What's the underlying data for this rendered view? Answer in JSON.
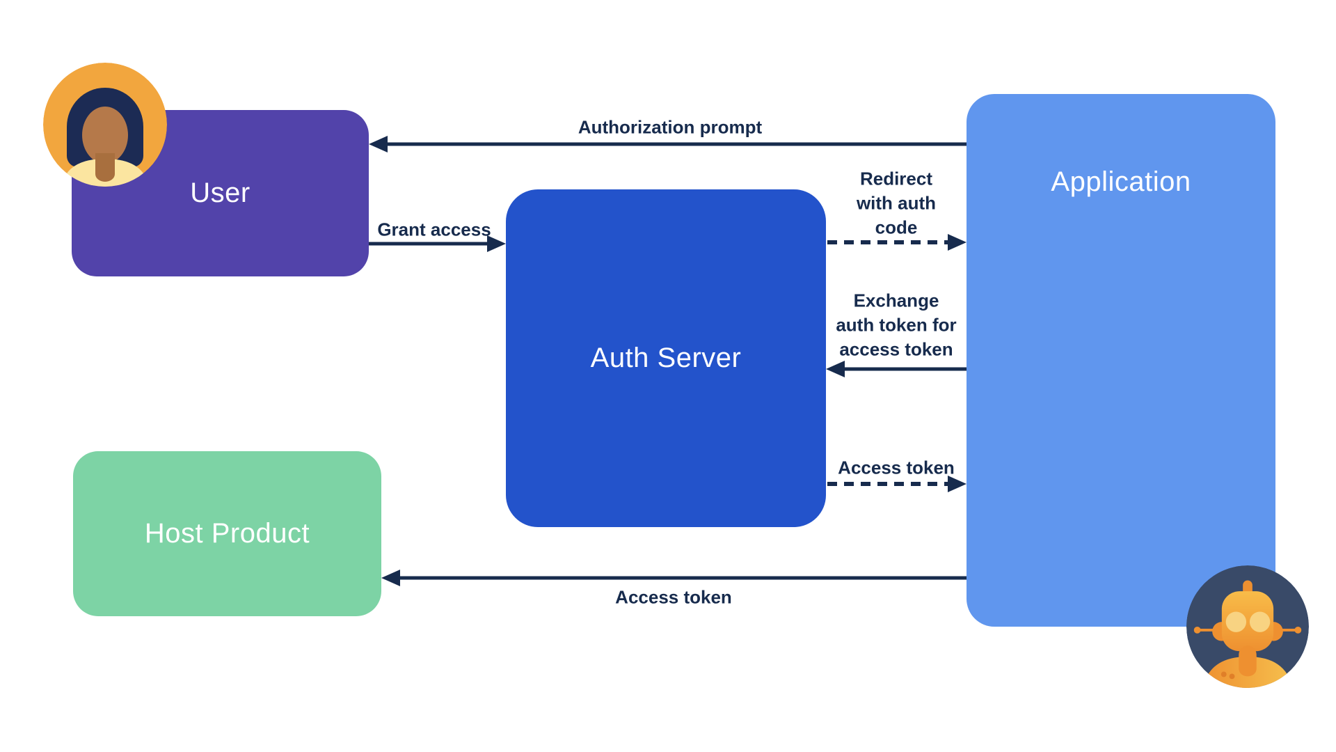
{
  "colors": {
    "background": "#FFFFFF",
    "arrow": "#172B4D",
    "label_text": "#172B4D",
    "node_title_text": "#FFFFFF",
    "user_box": "#5243AA",
    "auth_server_box": "#2353CB",
    "application_box": "#6096EE",
    "host_product_box": "#7DD3A5",
    "avatar_circle": "#F2A63E",
    "robot_circle": "#394A68"
  },
  "icons": {
    "user_avatar": "woman-avatar-icon",
    "robot_avatar": "robot-avatar-icon"
  },
  "nodes": {
    "user": {
      "label": "User",
      "color": "#5243AA"
    },
    "auth_server": {
      "label": "Auth Server",
      "color": "#2353CB"
    },
    "application": {
      "label": "Application",
      "color": "#6096EE"
    },
    "host_product": {
      "label": "Host Product",
      "color": "#7DD3A5"
    }
  },
  "flows": {
    "authorization_prompt": {
      "label": "Authorization prompt",
      "from": "application",
      "to": "user",
      "line": "solid"
    },
    "grant_access": {
      "label": "Grant access",
      "from": "user",
      "to": "auth_server",
      "line": "solid"
    },
    "redirect_with_auth_code": {
      "label": "Redirect with auth code",
      "lines": [
        "Redirect",
        "with auth",
        "code"
      ],
      "from": "auth_server",
      "to": "application",
      "line": "dashed"
    },
    "exchange_auth_token": {
      "label": "Exchange auth token for access token",
      "lines": [
        "Exchange",
        "auth token for",
        "access token"
      ],
      "from": "application",
      "to": "auth_server",
      "line": "solid"
    },
    "access_token_to_application": {
      "label": "Access token",
      "from": "auth_server",
      "to": "application",
      "line": "dashed"
    },
    "access_token_to_host_product": {
      "label": "Access token",
      "from": "application",
      "to": "host_product",
      "line": "solid"
    }
  }
}
